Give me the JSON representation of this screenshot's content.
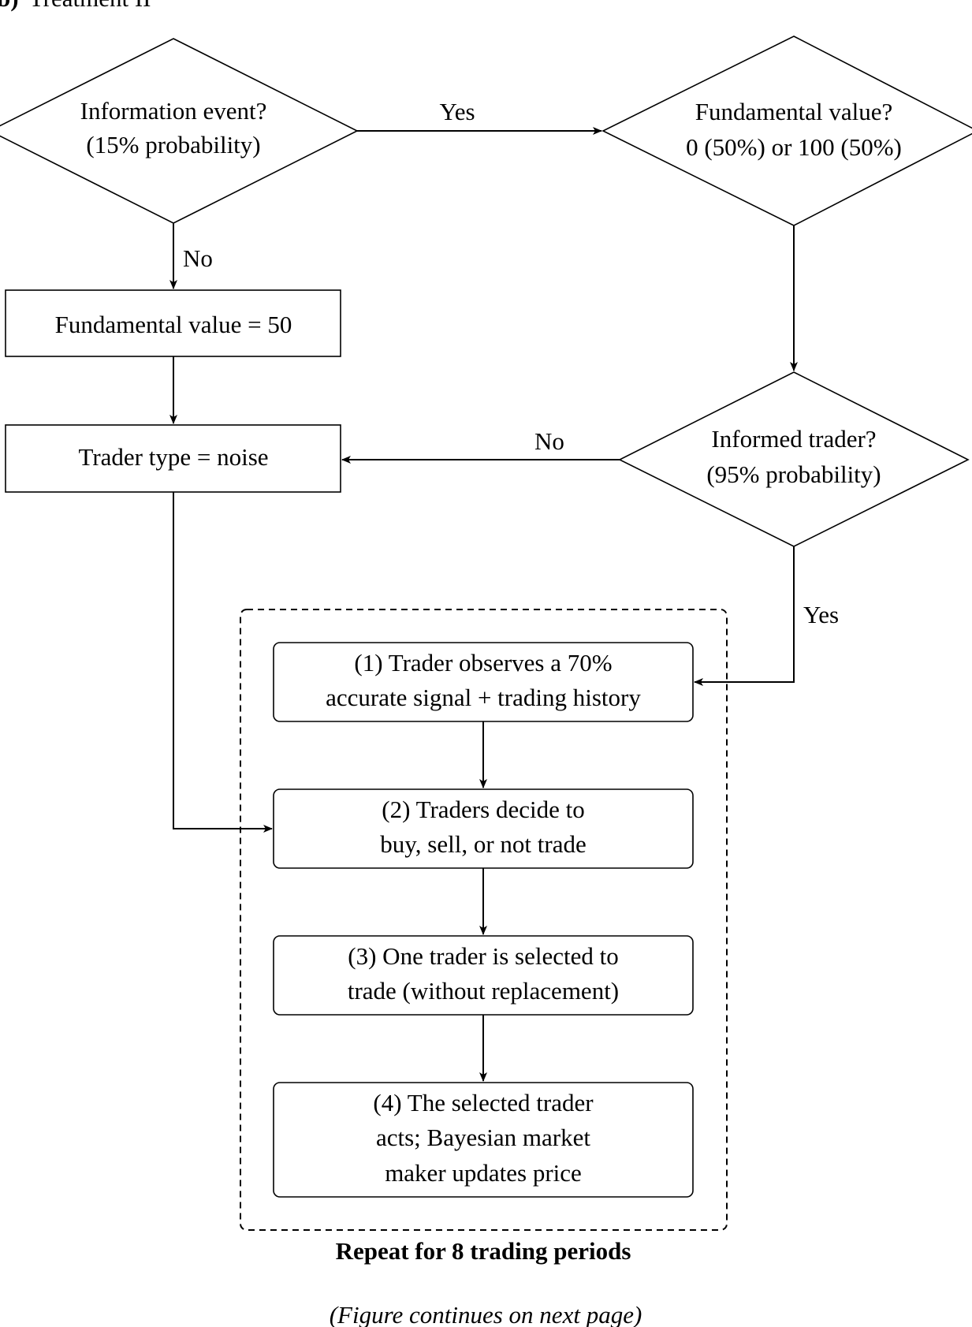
{
  "figure_label": {
    "number": "b)",
    "title": "Treatment II"
  },
  "nodes": {
    "info_event": {
      "lines": [
        "Information event?",
        "(15% probability)"
      ]
    },
    "fund_value_q": {
      "lines": [
        "Fundamental value?",
        "0 (50%) or 100 (50%)"
      ]
    },
    "fund_value_50": {
      "lines": [
        "Fundamental value = 50"
      ]
    },
    "trader_noise": {
      "lines": [
        "Trader type = noise"
      ]
    },
    "informed_trader": {
      "lines": [
        "Informed trader?",
        "(95% probability)"
      ]
    },
    "step1": {
      "lines": [
        "(1) Trader observes a 70%",
        "accurate signal + trading history"
      ]
    },
    "step2": {
      "lines": [
        "(2) Traders decide to",
        "buy, sell, or not trade"
      ]
    },
    "step3": {
      "lines": [
        "(3) One trader is selected to",
        "trade (without replacement)"
      ]
    },
    "step4": {
      "lines": [
        "(4) The selected trader",
        "acts; Bayesian market",
        "maker updates price"
      ]
    }
  },
  "edges": {
    "info_yes": "Yes",
    "info_no": "No",
    "informed_no": "No",
    "informed_yes": "Yes"
  },
  "loop_caption": "Repeat for 8 trading periods",
  "footer_note": "(Figure continues on next page)"
}
